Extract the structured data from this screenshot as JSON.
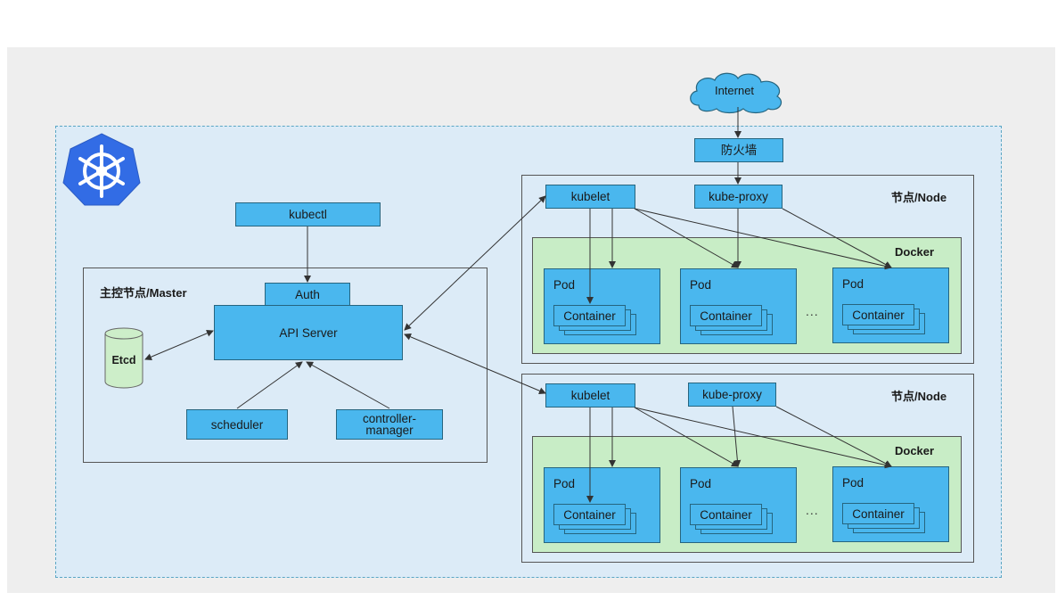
{
  "internet": "Internet",
  "firewall": "防火墙",
  "master": {
    "title": "主控节点/Master",
    "kubectl": "kubectl",
    "auth": "Auth",
    "api_server": "API Server",
    "etcd": "Etcd",
    "scheduler": "scheduler",
    "controller_line1": "controller-",
    "controller_line2": "manager"
  },
  "nodes": [
    {
      "title": "节点/Node",
      "kubelet": "kubelet",
      "kube_proxy": "kube-proxy",
      "docker": "Docker",
      "pods": [
        {
          "label": "Pod",
          "container": "Container"
        },
        {
          "label": "Pod",
          "container": "Container"
        },
        {
          "label": "Pod",
          "container": "Container"
        }
      ],
      "ellipsis": "..."
    },
    {
      "title": "节点/Node",
      "kubelet": "kubelet",
      "kube_proxy": "kube-proxy",
      "docker": "Docker",
      "pods": [
        {
          "label": "Pod",
          "container": "Container"
        },
        {
          "label": "Pod",
          "container": "Container"
        },
        {
          "label": "Pod",
          "container": "Container"
        }
      ],
      "ellipsis": "..."
    }
  ],
  "colors": {
    "component_blue": "#4ab7ee",
    "docker_green": "#c8edc6",
    "cluster_bg": "#dcebf7",
    "etcd_green": "#cdeec9",
    "logo_blue": "#326ce5"
  },
  "icons": {
    "logo": "kubernetes-helm-icon",
    "internet": "cloud-icon",
    "etcd": "database-cylinder-icon"
  }
}
